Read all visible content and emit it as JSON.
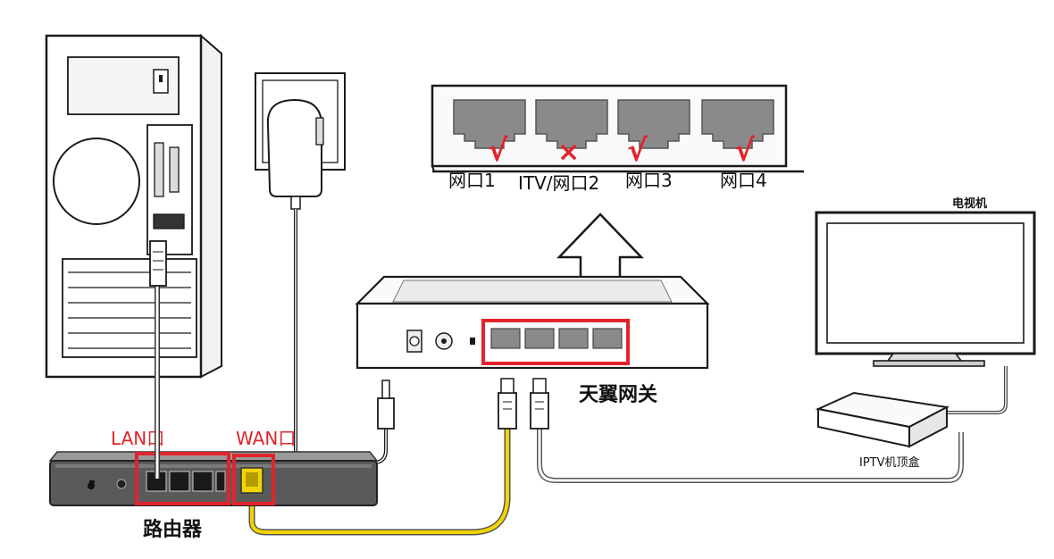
{
  "colors": {
    "outline": "#1a1a1a",
    "highlight": "#e0242d",
    "check": "#e0242d",
    "port_gray": "#8a8a8a",
    "device_dark": "#555555",
    "yellow_cable": "#f2d500",
    "cable_gray": "#9a9a9a"
  },
  "ports": {
    "port1": "网口1",
    "port2": "ITV/网口2",
    "port3": "网口3",
    "port4": "网口4",
    "mark_ok": "√",
    "mark_no": "×"
  },
  "labels": {
    "tv": "电视机",
    "gateway": "天翼网关",
    "lan": "LAN口",
    "wan": "WAN口",
    "router": "路由器",
    "stb": "IPTV机顶盒"
  },
  "icons": {
    "arrow": "up-arrow-icon",
    "check": "check-icon",
    "cross": "cross-icon"
  }
}
